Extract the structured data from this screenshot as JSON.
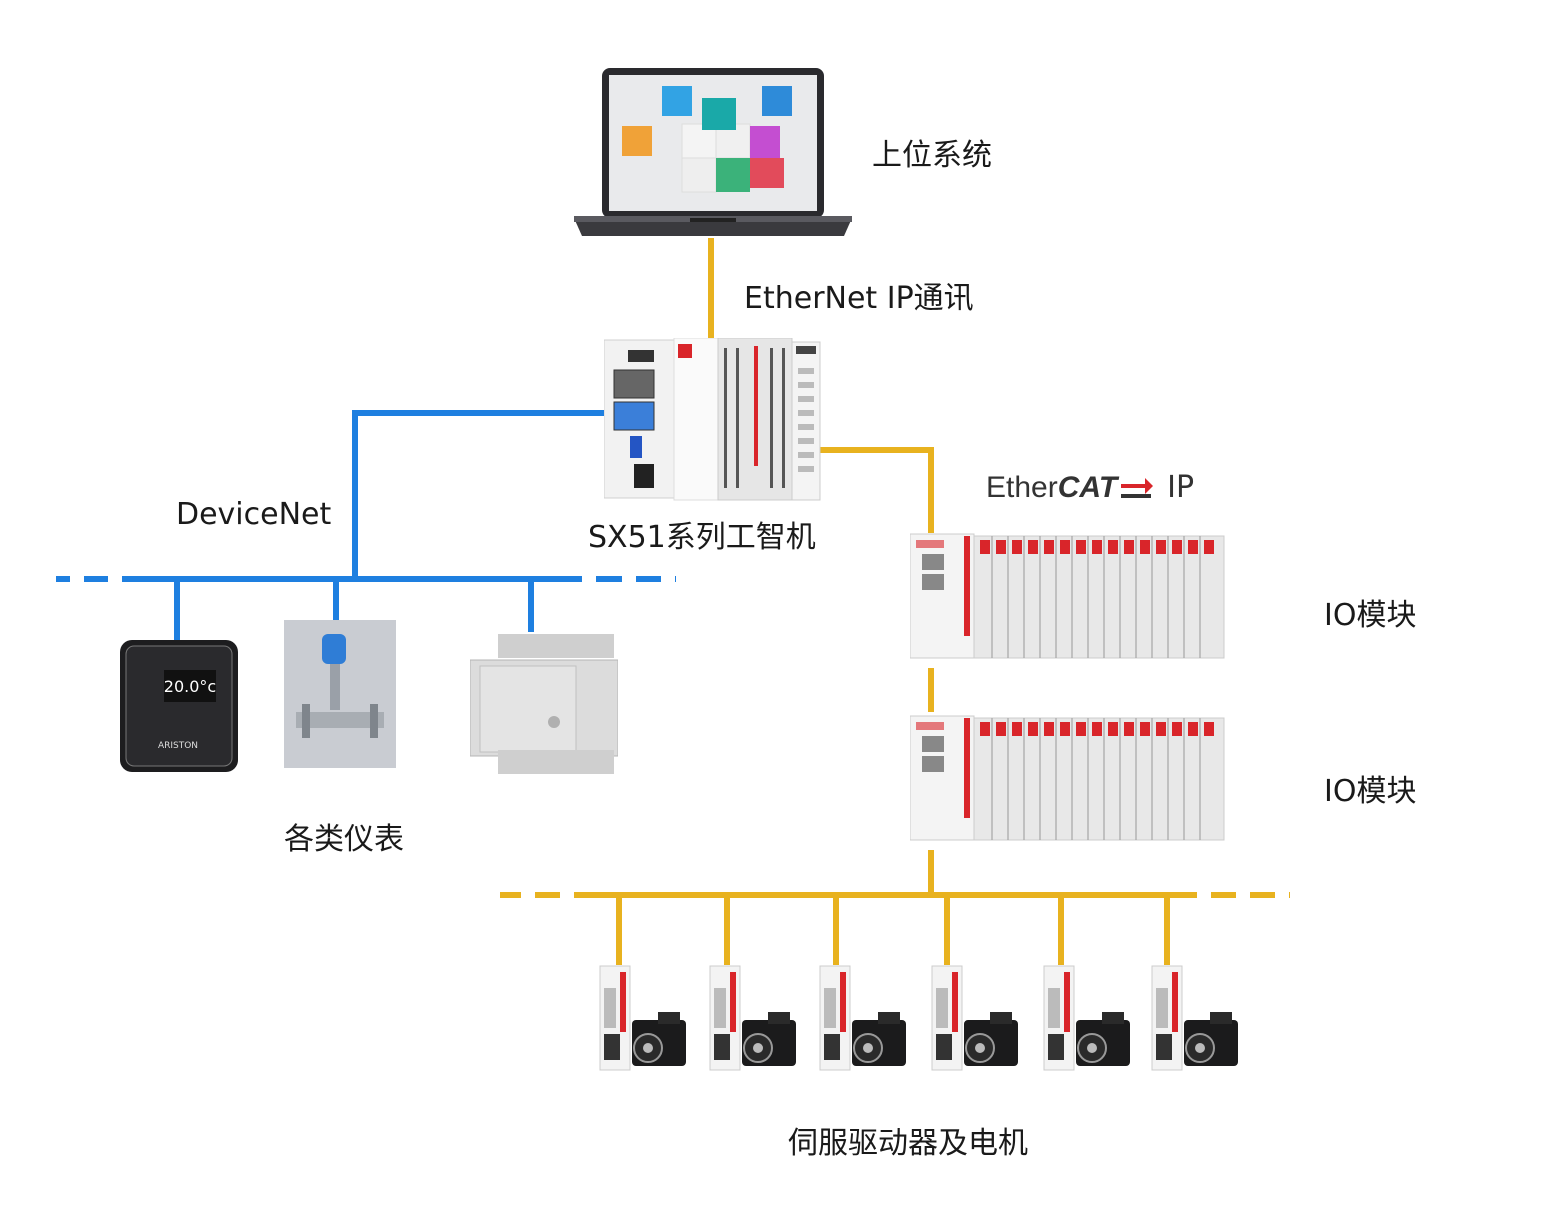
{
  "colors": {
    "ethernet_ip_line": "#E8B21F",
    "ethercat_line": "#E8B21F",
    "devicenet_line": "#1E7FE0",
    "brand_red": "#D9252A"
  },
  "labels": {
    "host_system": "上位系统",
    "ethernet_ip_comm": "EtherNet IP通讯",
    "controller": "SX51系列工智机",
    "devicenet": "DeviceNet",
    "ethercat_prefix": "Ether",
    "ethercat_bold": "CAT",
    "ethercat_ip": "IP",
    "io_module_1": "IO模块",
    "io_module_2": "IO模块",
    "instruments": "各类仪表",
    "servo_drives": "伺服驱动器及电机"
  },
  "devices": {
    "laptop_icon": "laptop-icon",
    "controller_icon": "industrial-controller-icon",
    "io_module_icon": "io-module-rack-icon",
    "thermostat_display": "20.0°c",
    "thermostat_brand": "ARISTON",
    "servo_count": 6
  }
}
